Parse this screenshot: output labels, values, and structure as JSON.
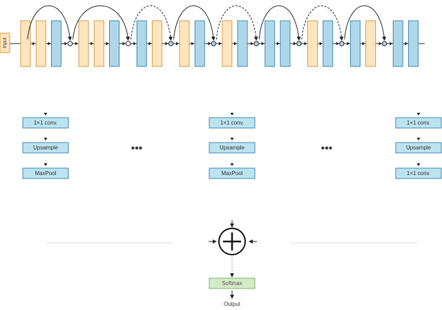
{
  "input_label": "Input",
  "dots": "•••",
  "output_label": "Output",
  "softmax_label": "Softmax",
  "columns": [
    {
      "id": "left",
      "boxes": [
        "1×1 conv.",
        "Upsample",
        "MaxPool"
      ]
    },
    {
      "id": "middle",
      "boxes": [
        "1×1 conv.",
        "Upsample",
        "MaxPool"
      ]
    },
    {
      "id": "right",
      "boxes": [
        "1×1 conv.",
        "Upsample",
        "1×1 conv."
      ]
    }
  ],
  "colors": {
    "orange_fill": "#ffe5c0",
    "orange_stroke": "#d49a3c",
    "blue_fill": "#aed8ea",
    "blue_stroke": "#3d87b3",
    "box_fill": "#bde3f0",
    "box_stroke": "#3d87b3",
    "softmax_fill": "#d5eac7",
    "softmax_stroke": "#7fb069",
    "line": "#222222"
  },
  "top_chain_pattern": [
    "orange",
    "orange",
    "blue",
    "op",
    "orange",
    "orange",
    "blue",
    "op",
    "blue",
    "orange",
    "op",
    "orange",
    "blue",
    "op",
    "orange",
    "blue",
    "op",
    "blue",
    "blue",
    "op",
    "orange",
    "blue",
    "op",
    "blue",
    "orange",
    "op",
    "blue",
    "blue"
  ],
  "skip_arrows": [
    "solid",
    "solid",
    "dashed",
    "solid",
    "dashed",
    "solid",
    "dashed",
    "solid"
  ]
}
